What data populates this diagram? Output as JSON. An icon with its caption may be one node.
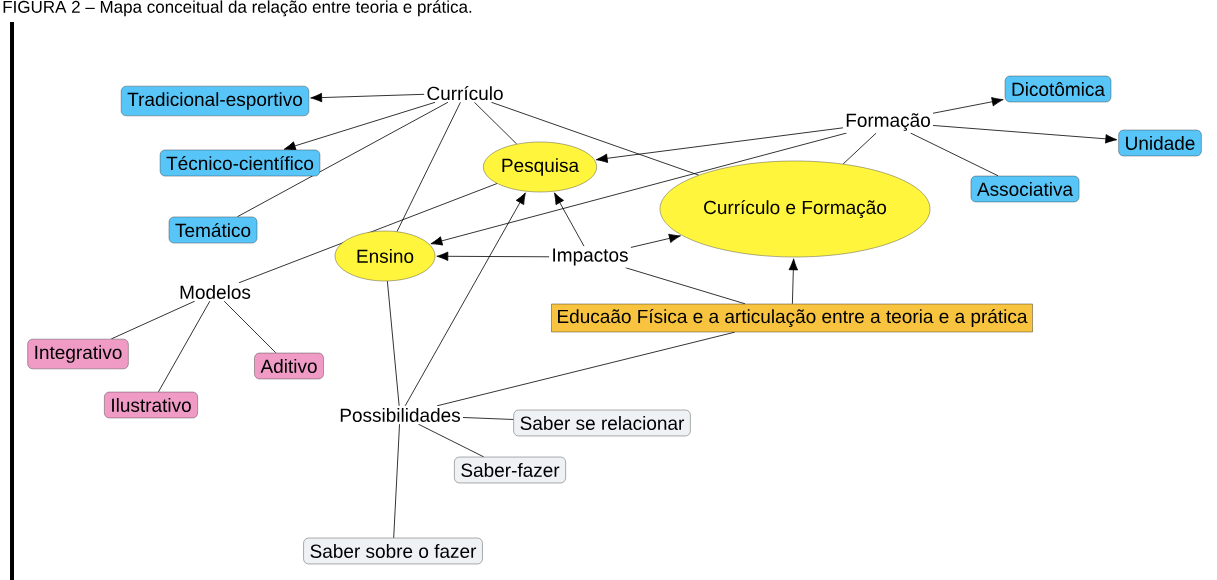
{
  "diagram": {
    "title": "FIGURA 2 – Mapa conceitual da relação entre teoria e prática.",
    "nodes": [
      {
        "text": [
          "Currículo"
        ]
      },
      {
        "text": [
          "Tradicional-esportivo"
        ]
      },
      {
        "text": [
          "Técnico-científico"
        ]
      },
      {
        "text": [
          "Temático"
        ]
      },
      {
        "text": [
          "Formação"
        ]
      },
      {
        "text": [
          "Dicotômica"
        ]
      },
      {
        "text": [
          "Unidade"
        ]
      },
      {
        "text": [
          "Associativa"
        ]
      },
      {
        "text": [
          "Pesquisa"
        ]
      },
      {
        "text": [
          "Currículo e Formação"
        ]
      },
      {
        "text": [
          "Ensino"
        ]
      },
      {
        "text": [
          "Impactos"
        ]
      },
      {
        "text": [
          "Modelos"
        ]
      },
      {
        "text": [
          "Educaão Física e a articulação entre a teoria e a prática"
        ]
      },
      {
        "text": [
          "Integrativo"
        ]
      },
      {
        "text": [
          "Aditivo"
        ]
      },
      {
        "text": [
          "Ilustrativo"
        ]
      },
      {
        "text": [
          "Possibilidades"
        ]
      },
      {
        "text": [
          "Saber se relacionar"
        ]
      },
      {
        "text": [
          "Saber-fazer"
        ]
      },
      {
        "text": [
          "Saber sobre o fazer"
        ]
      }
    ],
    "edges": [
      {
        "from": 0,
        "to": 1,
        "arrow": "to"
      },
      {
        "from": 0,
        "to": 2,
        "arrow": "to"
      },
      {
        "from": 0,
        "to": 3,
        "arrow": "none"
      },
      {
        "from": 0,
        "to": 10,
        "arrow": "none"
      },
      {
        "from": 0,
        "to": 8,
        "arrow": "none"
      },
      {
        "from": 0,
        "to": 9,
        "arrow": "none"
      },
      {
        "from": 4,
        "to": 8,
        "arrow": "to"
      },
      {
        "from": 4,
        "to": 10,
        "arrow": "to"
      },
      {
        "from": 4,
        "to": 9,
        "arrow": "none"
      },
      {
        "from": 4,
        "to": 5,
        "arrow": "to"
      },
      {
        "from": 4,
        "to": 6,
        "arrow": "to"
      },
      {
        "from": 4,
        "to": 7,
        "arrow": "none"
      },
      {
        "from": 8,
        "to": 12,
        "arrow": "none"
      },
      {
        "from": 11,
        "to": 10,
        "arrow": "to"
      },
      {
        "from": 11,
        "to": 8,
        "arrow": "to"
      },
      {
        "from": 11,
        "to": 9,
        "arrow": "to"
      },
      {
        "from": 11,
        "to": 13,
        "arrow": "none"
      },
      {
        "from": 13,
        "to": 9,
        "arrow": "to"
      },
      {
        "from": 12,
        "to": 14,
        "arrow": "none"
      },
      {
        "from": 12,
        "to": 16,
        "arrow": "none"
      },
      {
        "from": 12,
        "to": 15,
        "arrow": "none"
      },
      {
        "from": 10,
        "to": 17,
        "arrow": "none"
      },
      {
        "from": 17,
        "to": 8,
        "arrow": "to"
      },
      {
        "from": 17,
        "to": 13,
        "arrow": "none"
      },
      {
        "from": 17,
        "to": 18,
        "arrow": "none"
      },
      {
        "from": 17,
        "to": 19,
        "arrow": "none"
      },
      {
        "from": 17,
        "to": 20,
        "arrow": "none"
      }
    ]
  }
}
